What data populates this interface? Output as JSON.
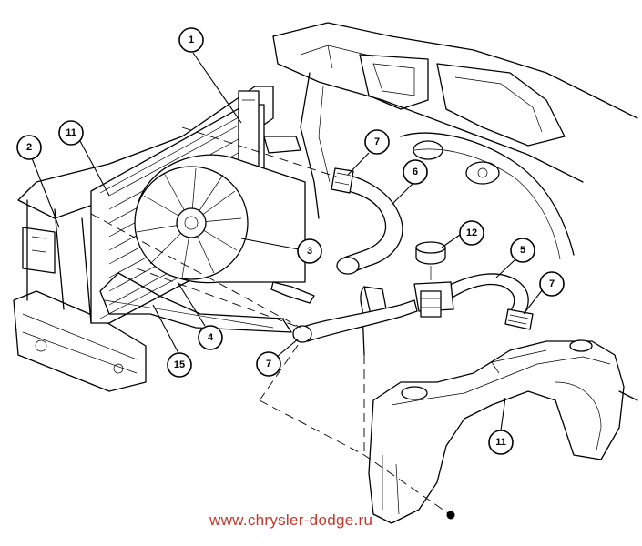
{
  "diagram": {
    "callouts": [
      {
        "id": "callout-1-radiator",
        "label": "1"
      },
      {
        "id": "callout-11-shroud-top",
        "label": "11"
      },
      {
        "id": "callout-2-bracket",
        "label": "2"
      },
      {
        "id": "callout-7-upper-clamp",
        "label": "7"
      },
      {
        "id": "callout-6-upper-hose",
        "label": "6"
      },
      {
        "id": "callout-12-pressure-cap",
        "label": "12"
      },
      {
        "id": "callout-3-fan",
        "label": "3"
      },
      {
        "id": "callout-5-hose",
        "label": "5"
      },
      {
        "id": "callout-7-right-clamp",
        "label": "7"
      },
      {
        "id": "callout-4-seal",
        "label": "4"
      },
      {
        "id": "callout-15-support",
        "label": "15"
      },
      {
        "id": "callout-7-lower-clamp",
        "label": "7"
      },
      {
        "id": "callout-11-reservoir",
        "label": "11"
      }
    ]
  },
  "watermark": "www.chrysler-dodge.ru"
}
